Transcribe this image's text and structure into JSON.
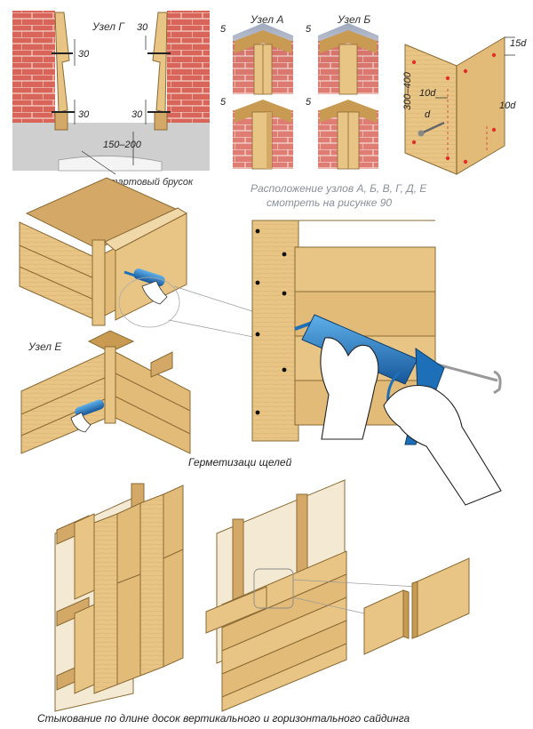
{
  "labels": {
    "node_g": "Узел Г",
    "node_a": "Узел А",
    "node_b": "Узел Б",
    "node_e": "Узел Е",
    "start_bar": "стартовый брусок",
    "dim_30a": "30",
    "dim_30b": "30",
    "dim_30c": "30",
    "dim_30d": "30",
    "dim_150_200": "150–200",
    "dim_5a": "5",
    "dim_5b": "5",
    "dim_5c": "5",
    "dim_5d": "5",
    "dim_15d": "15d",
    "dim_10d_a": "10d",
    "dim_10d_b": "10d",
    "dim_300_400": "300–400",
    "dim_d": "d"
  },
  "captions": {
    "layout_note_1": "Расположение узлов А, Б, В, Г, Д, Е",
    "layout_note_2": "смотреть на рисунке 90",
    "sealing": "Герметизаци щелей",
    "joining": "Стыкование по длине досок вертикального и горизонтального сайдинга"
  },
  "colors": {
    "wood": "#e8c585",
    "wood_dark": "#c99a52",
    "wood_line": "#8a6a34",
    "brick": "#d9655a",
    "concrete": "#cfcfcf",
    "gun_blue": "#1d6fb8",
    "skin": "#ffffff"
  }
}
